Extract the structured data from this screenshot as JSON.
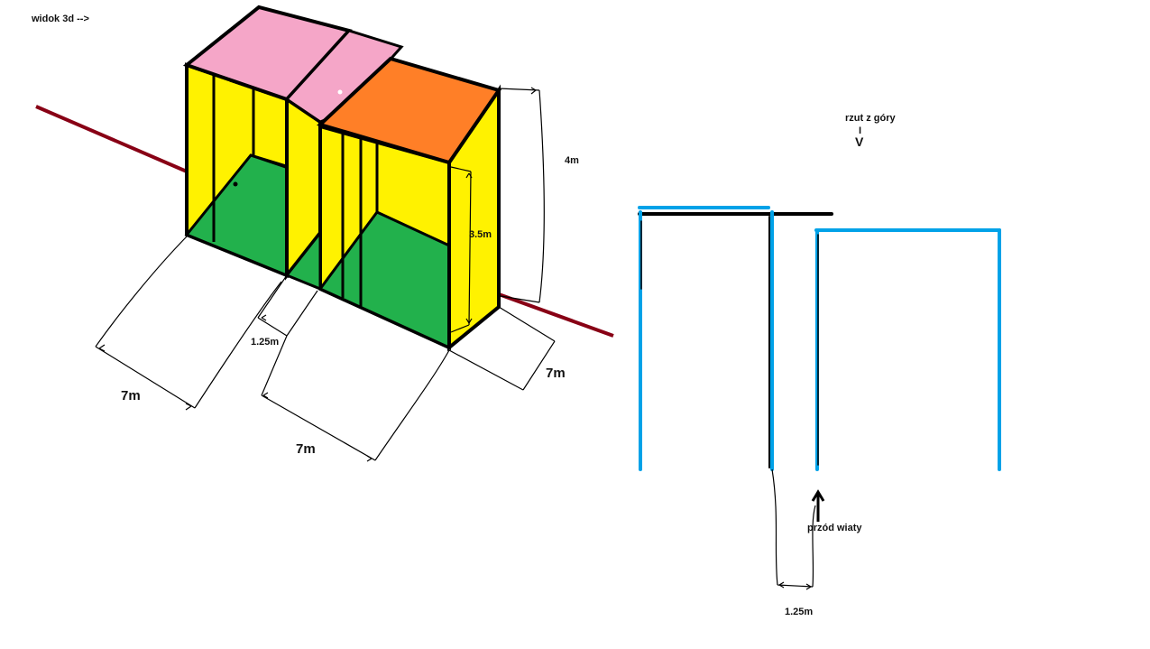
{
  "labels": {
    "view_3d": "widok 3d -->",
    "top_view_line1": "rzut z góry",
    "top_view_line2": "I",
    "top_view_line3": "V",
    "front_label": "przód wiaty",
    "dim_height_total": "4m",
    "dim_height_inner": "3.5m",
    "dim_width_left": "7m",
    "dim_gap": "1.25m",
    "dim_width_right": "7m",
    "dim_depth": "7m",
    "dim_gap_plan": "1.25m"
  },
  "colors": {
    "roof_left": "#f5a6c8",
    "roof_right": "#ff7f27",
    "walls": "#fff200",
    "floor": "#22b14c",
    "ground_line": "#880015",
    "plan_lines": "#00a2e8",
    "outline": "#000000"
  }
}
